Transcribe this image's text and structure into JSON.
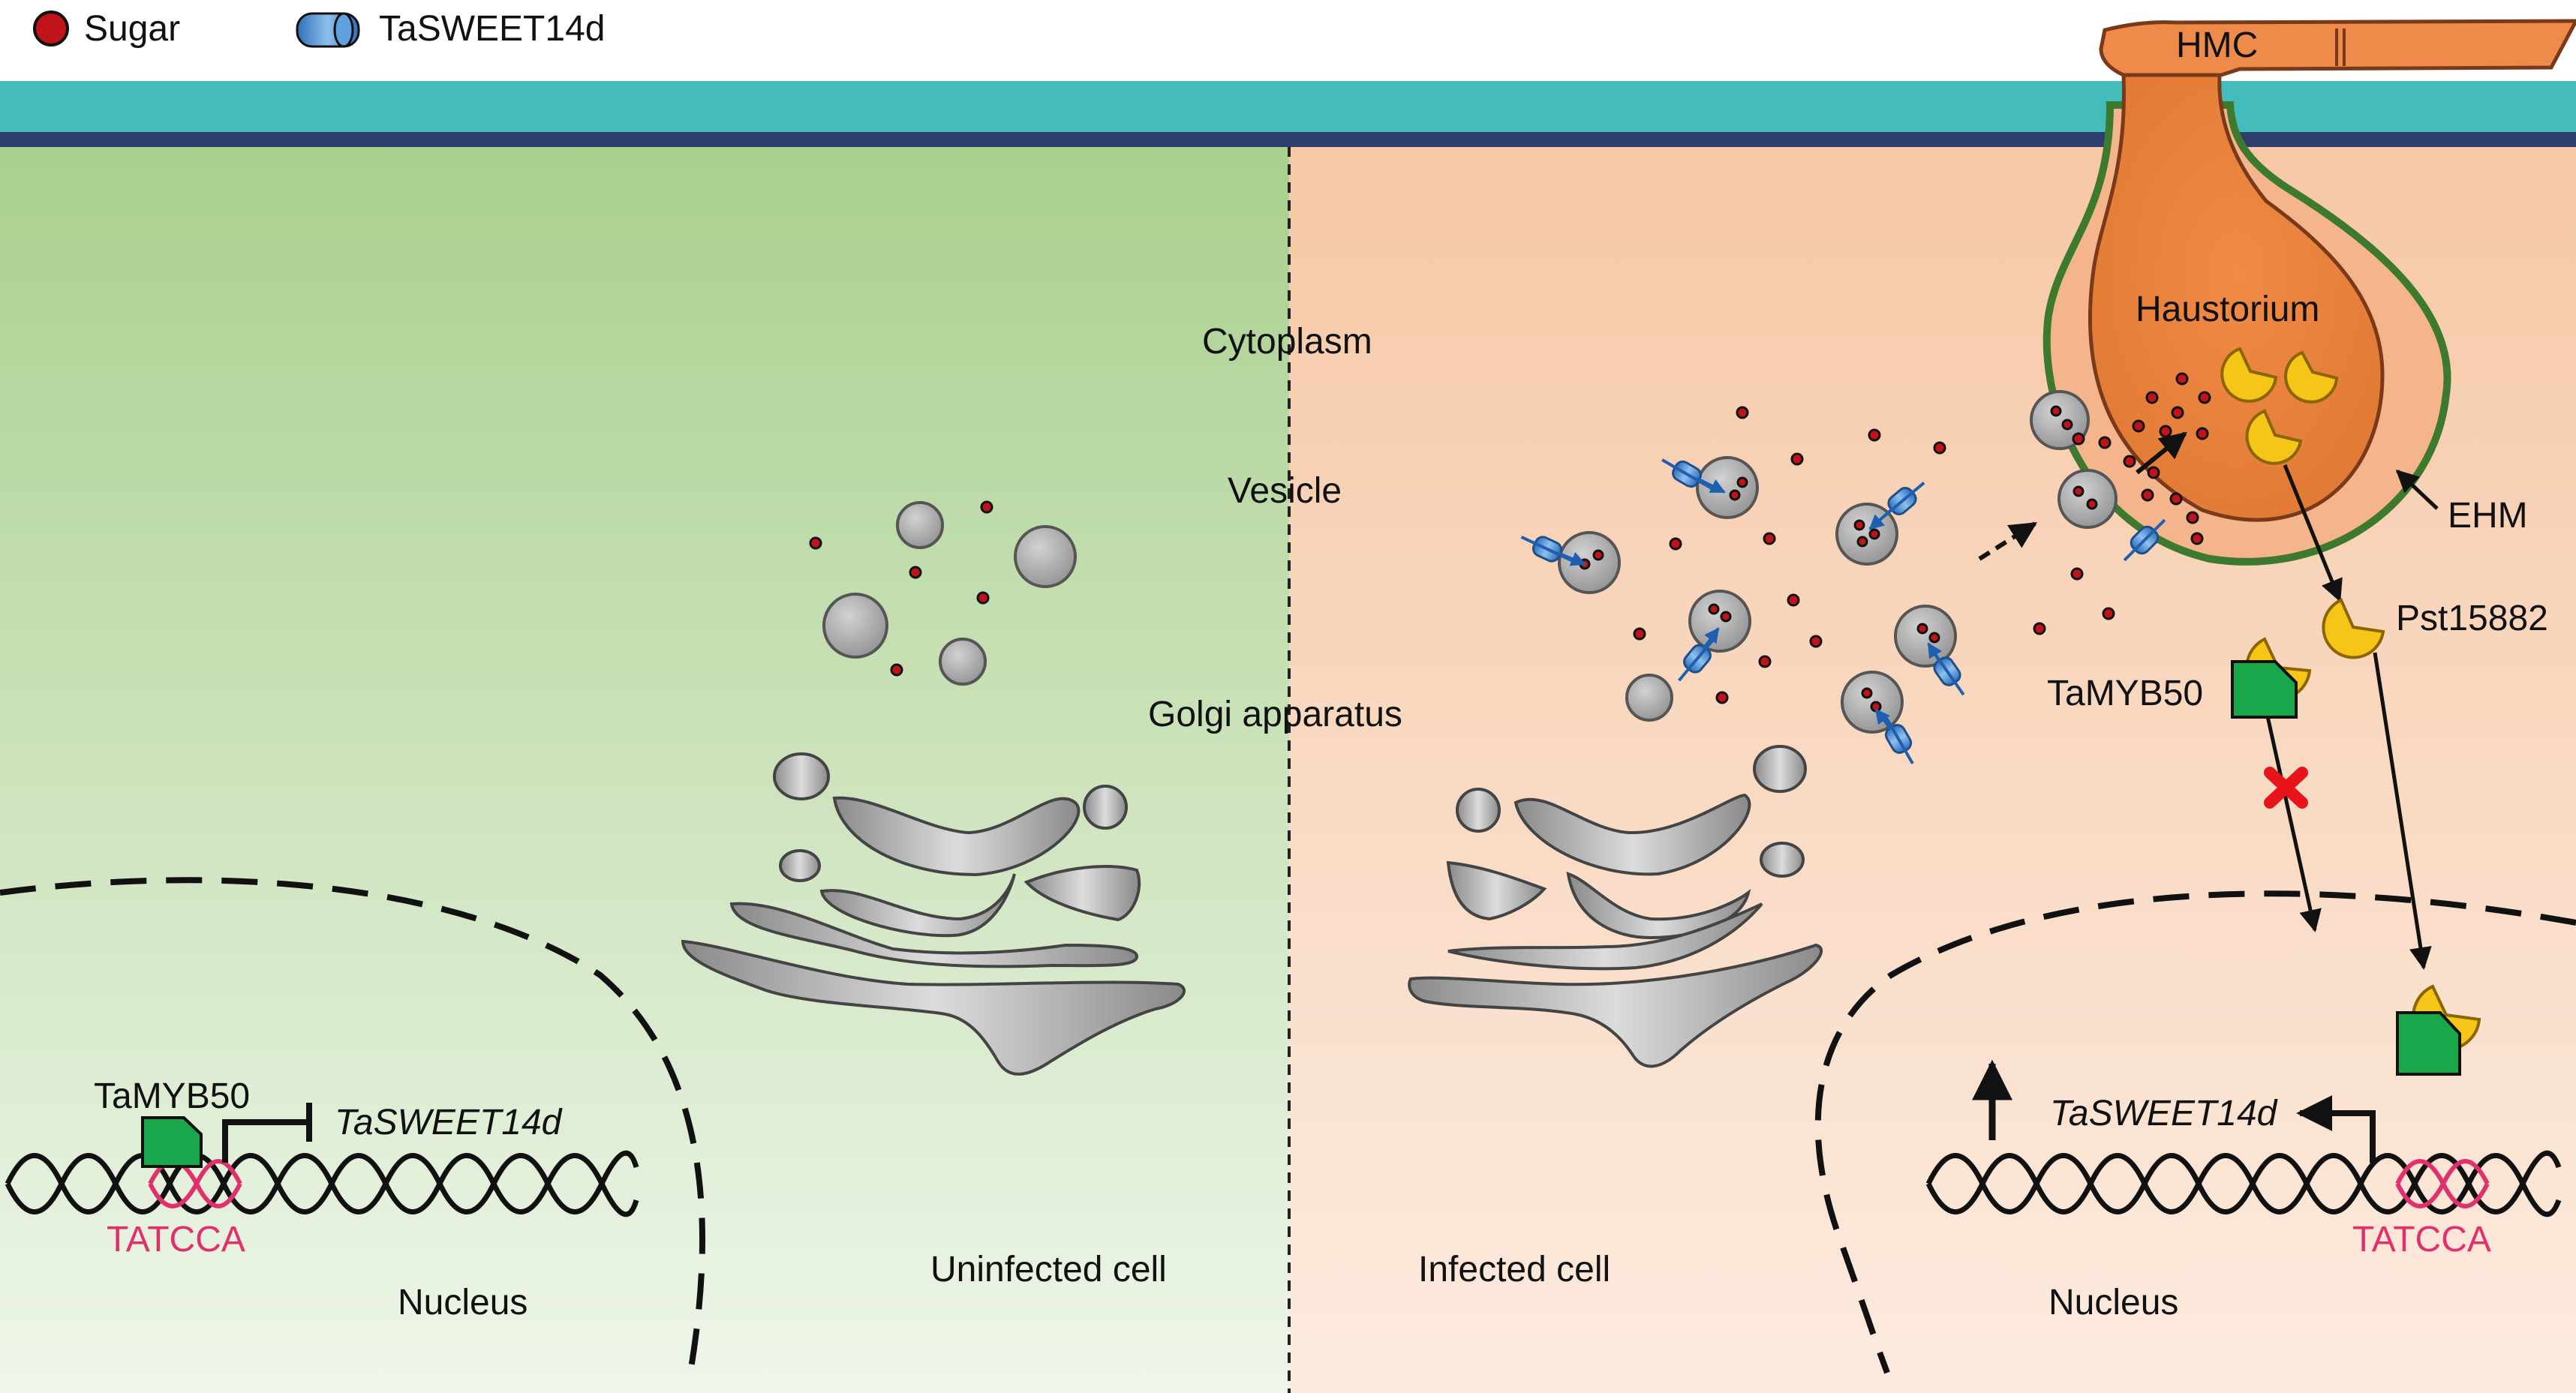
{
  "legend": {
    "sugar_label": "Sugar",
    "transporter_label": "TaSWEET14d"
  },
  "labels": {
    "hmc": "HMC",
    "haustorium": "Haustorium",
    "ehm": "EHM",
    "cytoplasm": "Cytoplasm",
    "vesicle": "Vesicle",
    "golgi": "Golgi  apparatus",
    "effector": "Pst15882",
    "uninfected_cell": "Uninfected cell",
    "infected_cell": "Infected cell",
    "nucleus_left": "Nucleus",
    "nucleus_right": "Nucleus",
    "tf_left": "TaMYB50",
    "tf_right": "TaMYB50",
    "gene_left": "TaSWEET14d",
    "gene_right": "TaSWEET14d",
    "motif_left": "TATCCA",
    "motif_right": "TATCCA"
  },
  "colors": {
    "sugar": "#c0141a",
    "transporter": "#4a8fd4",
    "tf_green": "#1aa64a",
    "effector_yellow": "#f5c518",
    "haustorium": "#ee8a4a",
    "ehm_green": "#3d7a2e",
    "membrane_teal": "#45bcbc",
    "membrane_navy": "#2c3e6b",
    "uninfected_bg": "#a9d08e",
    "infected_bg": "#f6c9a8",
    "motif_pink": "#e0306e",
    "block_red": "#e8141a"
  }
}
